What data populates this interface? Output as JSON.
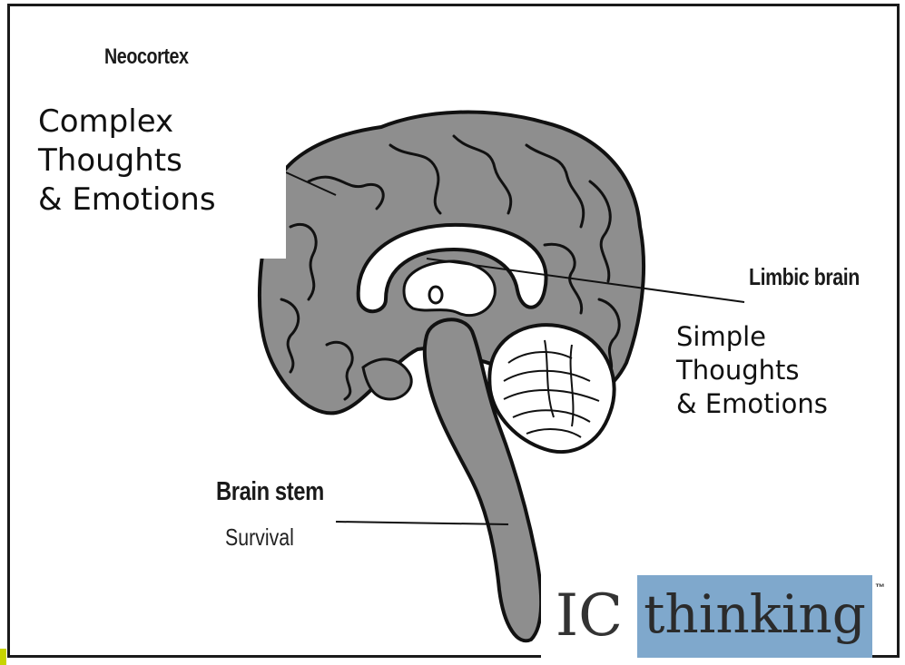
{
  "labels": {
    "neocortex": "Neocortex",
    "neocortex_desc": [
      "Complex",
      "Thoughts",
      "& Emotions"
    ],
    "limbic": "Limbic brain",
    "limbic_desc": [
      "Simple",
      "Thoughts",
      "& Emotions"
    ],
    "brain_stem": "Brain stem",
    "brain_stem_desc": "Survival"
  },
  "logo": {
    "ic": "IC",
    "thinking": "thinking",
    "tm": "™"
  },
  "colors": {
    "tissue": "#8e8e8e",
    "outline": "#111111",
    "logo_blue": "#7fa8cc",
    "accent": "#c8d400"
  }
}
